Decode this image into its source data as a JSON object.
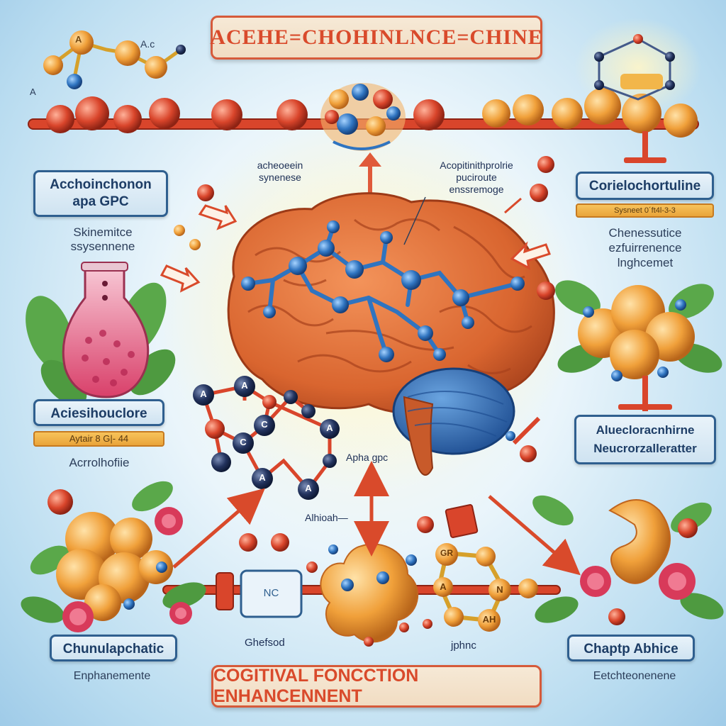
{
  "title": "ACEHE=CHOHINLNCE=CHINE",
  "footer_banner": "COGITIVAL FONCCTION ENHANCENNENT",
  "top_left_letters": {
    "a1": "A.c",
    "a2": "A",
    "a3": "A"
  },
  "left_box_1": {
    "line1": "Acchoinchonon",
    "line2": "apa GPC"
  },
  "left_sub_1": {
    "line1": "Skinemitce",
    "line2": "ssysennene"
  },
  "left_box_2": "Aciesihouclore",
  "left_tag_2": "Aytair 8 G|- 44",
  "left_sub_2": "Acrrolhofiie",
  "left_box_3": "Chunulapchatic",
  "left_sub_3": "Enphanemente",
  "right_box_1": "Corielochortuline",
  "right_tag_1": "Sysneet 0´ft4l-3-3",
  "right_sub_1": {
    "line1": "Chenessutice",
    "line2": "ezfuirrenence",
    "line3": "lnghcemet"
  },
  "right_box_2": {
    "line1": "Aluecloracnhirne",
    "line2": "Neucrorzalleratter"
  },
  "right_box_3": "Chaptp Abhice",
  "right_sub_3": "Eetchteonenene",
  "mid_text_1": {
    "line1": "acheoeein",
    "line2": "synenese"
  },
  "mid_text_2": {
    "line1": "Acopitinithprolrie",
    "line2": "puciroute",
    "line3": "enssremoge"
  },
  "mid_text_3": "Apha gpc",
  "mid_text_4": "Alhioah—",
  "box_nc": "NC",
  "bottom_text_1": "Ghefsod",
  "bottom_text_2": "jphnc",
  "mol_letters": [
    "A",
    "A",
    "C",
    "C",
    "A",
    "A",
    "A"
  ],
  "right_mol_letters": [
    "GR",
    "A",
    "N",
    "AH"
  ],
  "colors": {
    "accent_red": "#d94a2b",
    "navy": "#1d3d66",
    "brain": "#d9652f",
    "molecule_blue": "#2f74c0",
    "orange": "#f2a33a"
  }
}
